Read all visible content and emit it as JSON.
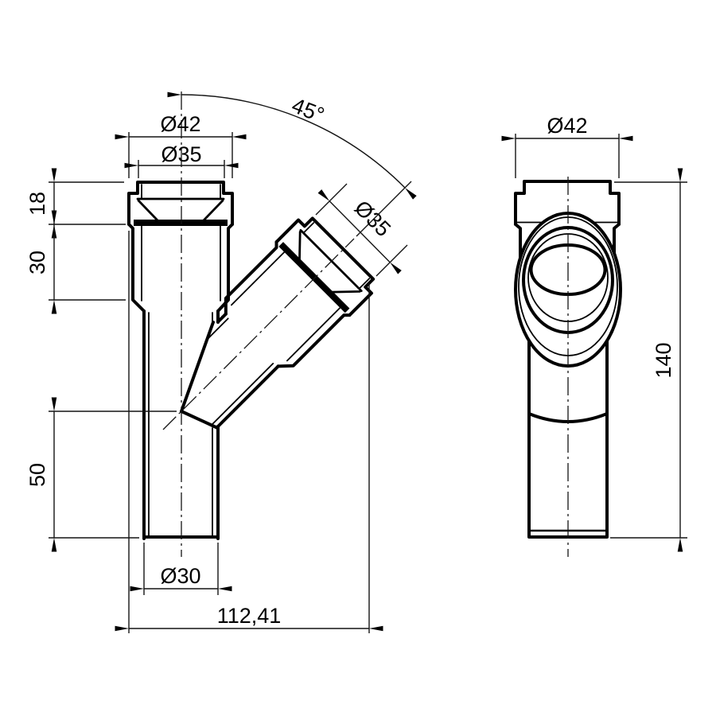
{
  "drawing": {
    "type": "technical-drawing",
    "subject": "45-degree Y-branch pipe fitting, two orthographic views",
    "background": "#ffffff",
    "line_color": "#000000"
  },
  "views": {
    "front": {
      "label": "front-view",
      "dimensions": {
        "socket_outer_diameter": "Ø42",
        "socket_bore_diameter": "Ø35",
        "lip_height": "18",
        "socket_depth": "30",
        "lower_section_length": "50",
        "pipe_outer_diameter": "Ø30",
        "overall_width": "112,41",
        "branch_angle": "45°",
        "branch_bore_diameter": "Ø35"
      }
    },
    "side": {
      "label": "side-view",
      "dimensions": {
        "socket_outer_diameter": "Ø42",
        "overall_height": "140"
      }
    }
  }
}
